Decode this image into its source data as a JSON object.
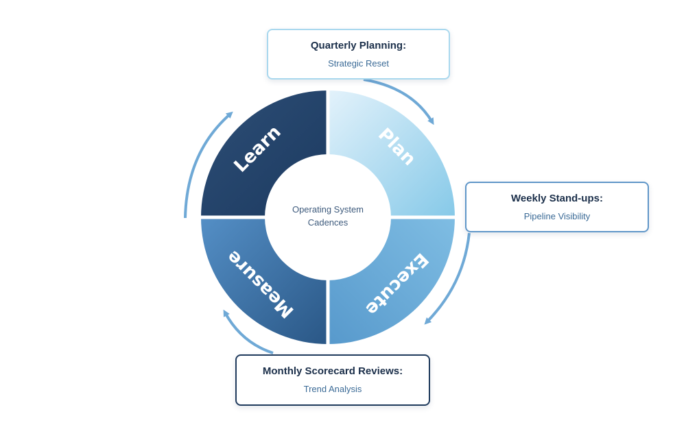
{
  "cycle": {
    "center_line1": "Operating System",
    "center_line2": "Cadences",
    "segments": [
      {
        "id": "learn",
        "label": "Learn",
        "color_start": "#2a4a70",
        "color_end": "#1e3d63"
      },
      {
        "id": "plan",
        "label": "Plan",
        "color_start": "#dbeefa",
        "color_end": "#8fcde9"
      },
      {
        "id": "execute",
        "label": "Execute",
        "color_start": "#8ac4e6",
        "color_end": "#5b9fd0"
      },
      {
        "id": "measure",
        "label": "Measure",
        "color_start": "#4f8ac2",
        "color_end": "#2c5b8d"
      }
    ]
  },
  "callouts": {
    "quarterly": {
      "title": "Quarterly Planning:",
      "subtitle": "Strategic Reset"
    },
    "weekly": {
      "title": "Weekly Stand-ups:",
      "subtitle": "Pipeline Visibility"
    },
    "monthly": {
      "title": "Monthly Scorecard Reviews:",
      "subtitle": "Trend Analysis"
    }
  },
  "colors": {
    "arrow": "#6fa9d6",
    "ring_gap": "#ffffff",
    "title_text": "#1b2f4a",
    "subtitle_text": "#3a6a96"
  }
}
